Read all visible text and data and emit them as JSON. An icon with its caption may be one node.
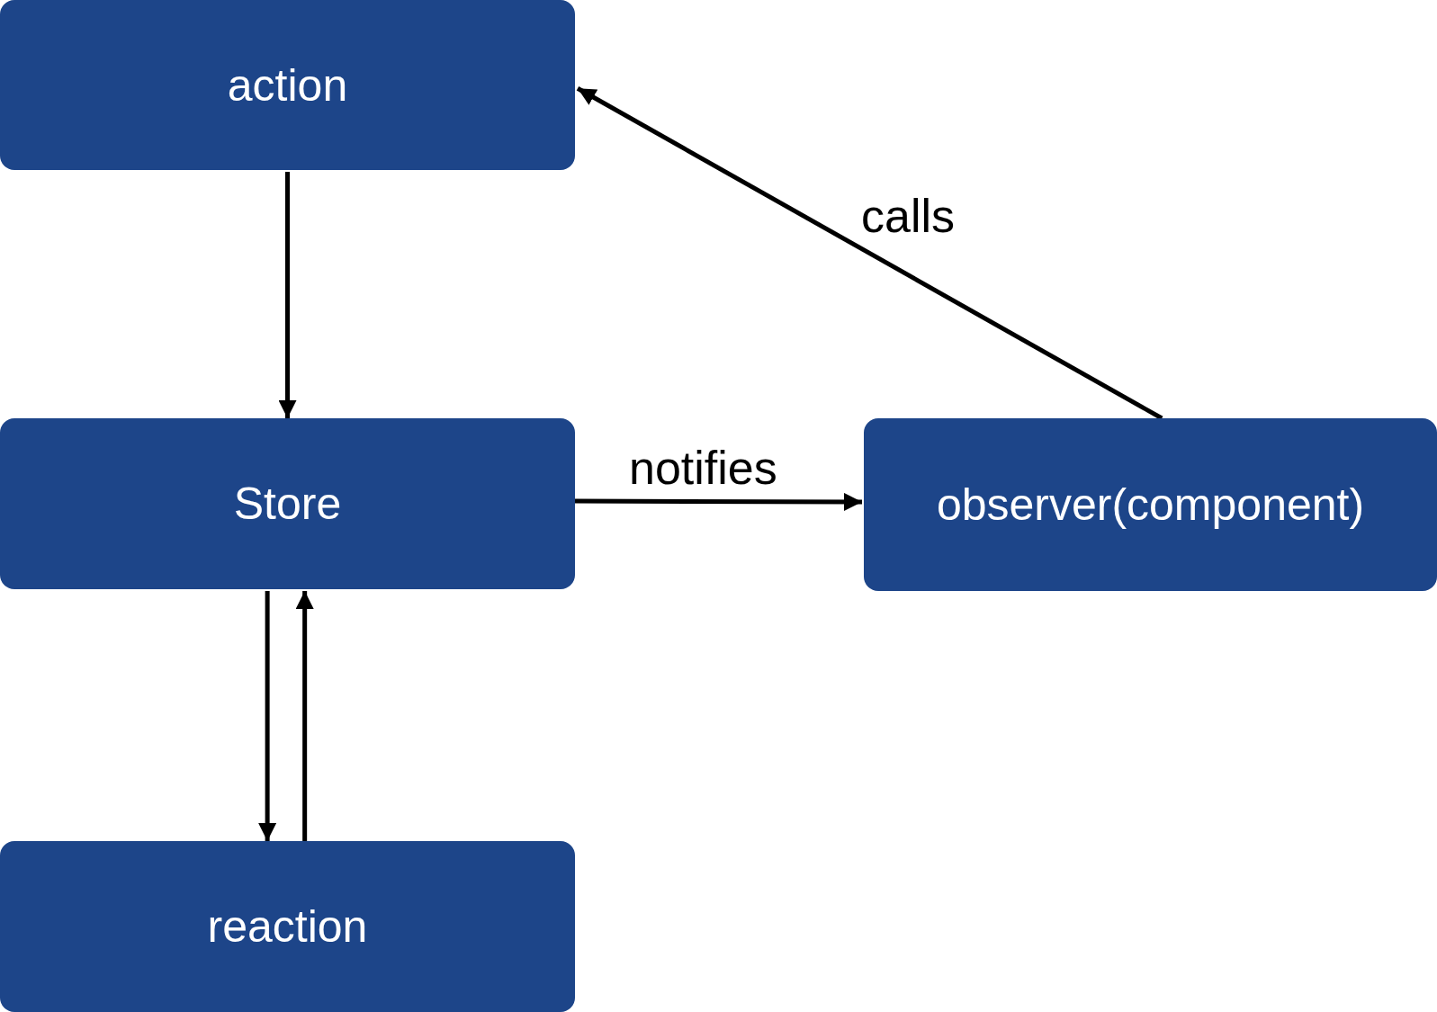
{
  "diagram": {
    "nodes": [
      {
        "text": [
          "action"
        ]
      },
      {
        "text": [
          "Store"
        ]
      },
      {
        "text": [
          "observer(component)"
        ]
      },
      {
        "text": [
          "reaction"
        ]
      }
    ],
    "edges": [
      {
        "from": 0,
        "to": 1,
        "arrow": "to"
      },
      {
        "from": 1,
        "to": 2,
        "arrow": "to",
        "label": "notifies"
      },
      {
        "from": 1,
        "to": 3,
        "arrow": "to"
      },
      {
        "from": 3,
        "to": 1,
        "arrow": "to"
      },
      {
        "from": 2,
        "to": 0,
        "arrow": "to",
        "label": "calls"
      }
    ]
  }
}
